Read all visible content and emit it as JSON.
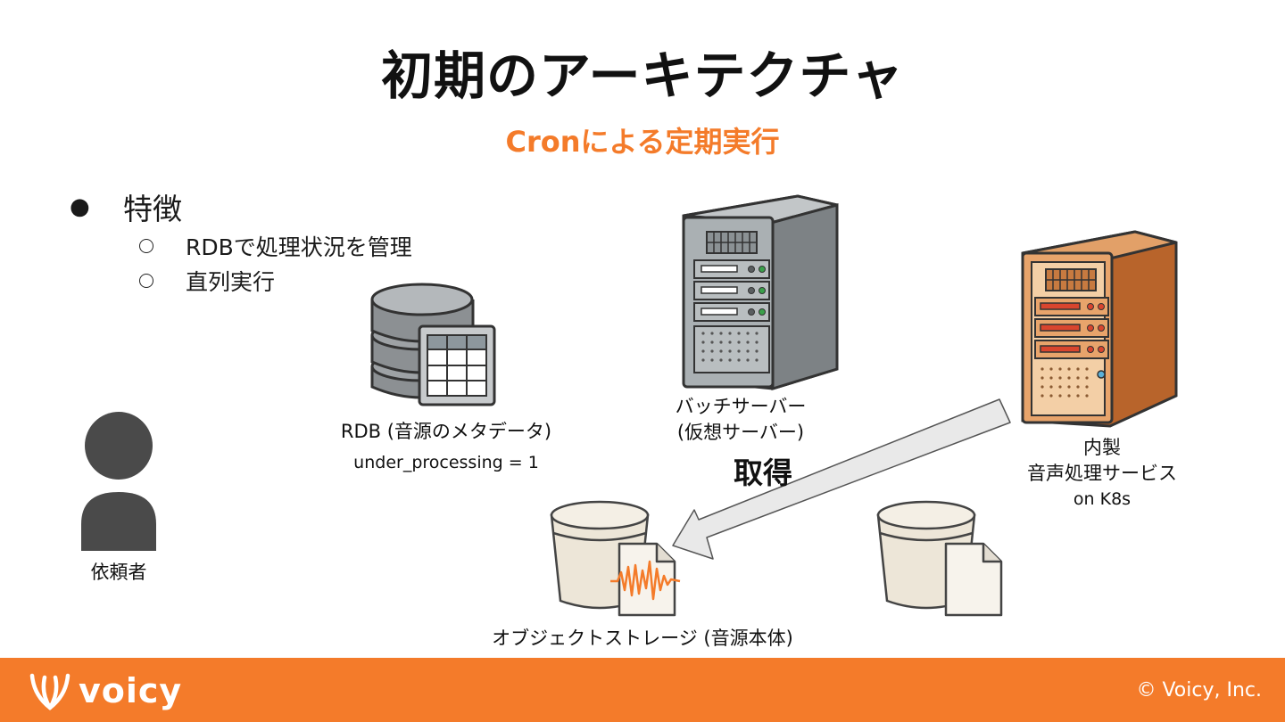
{
  "title": "初期のアーキテクチャ",
  "subtitle": "Cronによる定期実行",
  "features": {
    "heading": "特徴",
    "items": [
      "RDBで処理状況を管理",
      "直列実行"
    ]
  },
  "nodes": {
    "requester": "依頼者",
    "rdb_label": "RDB (音源のメタデータ)",
    "rdb_value": "under_processing = 1",
    "batch_line1": "バッチサーバー",
    "batch_line2": "(仮想サーバー)",
    "service_line1": "内製",
    "service_line2": "音声処理サービス",
    "service_line3": "on K8s",
    "storage_label": "オブジェクトストレージ (音源本体)"
  },
  "edge_label": "取得",
  "footer": {
    "logo": "voicy",
    "copyright": "© Voicy, Inc."
  },
  "colors": {
    "accent": "#f47b2a",
    "server_gray": "#a9adb0",
    "server_brown": "#c9773b",
    "person": "#4a4a4a"
  }
}
